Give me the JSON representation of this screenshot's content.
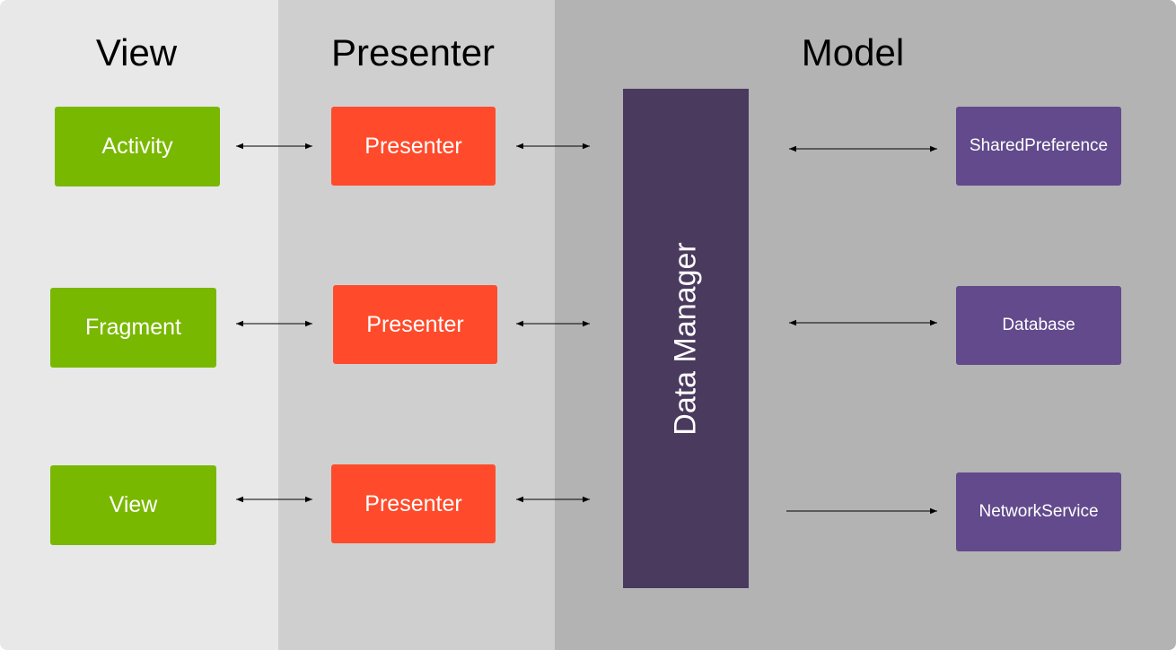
{
  "columns": {
    "view": {
      "title": "View",
      "background": "#e8e8e8"
    },
    "presenter": {
      "title": "Presenter",
      "background": "#cfcfcf"
    },
    "model": {
      "title": "Model",
      "background": "#b3b3b3"
    }
  },
  "view_nodes": [
    {
      "label": "Activity"
    },
    {
      "label": "Fragment"
    },
    {
      "label": "View"
    }
  ],
  "presenter_nodes": [
    {
      "label": "Presenter"
    },
    {
      "label": "Presenter"
    },
    {
      "label": "Presenter"
    }
  ],
  "data_manager": {
    "label": "Data Manager"
  },
  "model_nodes": [
    {
      "label": "SharedPreference"
    },
    {
      "label": "Database"
    },
    {
      "label": "NetworkService"
    }
  ],
  "connections": [
    {
      "from": "Activity",
      "to": "Presenter",
      "direction": "both"
    },
    {
      "from": "Fragment",
      "to": "Presenter",
      "direction": "both"
    },
    {
      "from": "View",
      "to": "Presenter",
      "direction": "both"
    },
    {
      "from": "Presenter",
      "to": "Data Manager",
      "direction": "both"
    },
    {
      "from": "Presenter",
      "to": "Data Manager",
      "direction": "both"
    },
    {
      "from": "Presenter",
      "to": "Data Manager",
      "direction": "both"
    },
    {
      "from": "Data Manager",
      "to": "SharedPreference",
      "direction": "both"
    },
    {
      "from": "Data Manager",
      "to": "Database",
      "direction": "both"
    },
    {
      "from": "Data Manager",
      "to": "NetworkService",
      "direction": "forward"
    }
  ],
  "colors": {
    "view_node": "#79b800",
    "presenter_node": "#ff4b2b",
    "data_manager": "#4a3a5e",
    "model_node": "#624a8c",
    "text_on_node": "#ffffff",
    "title_text": "#000000"
  }
}
